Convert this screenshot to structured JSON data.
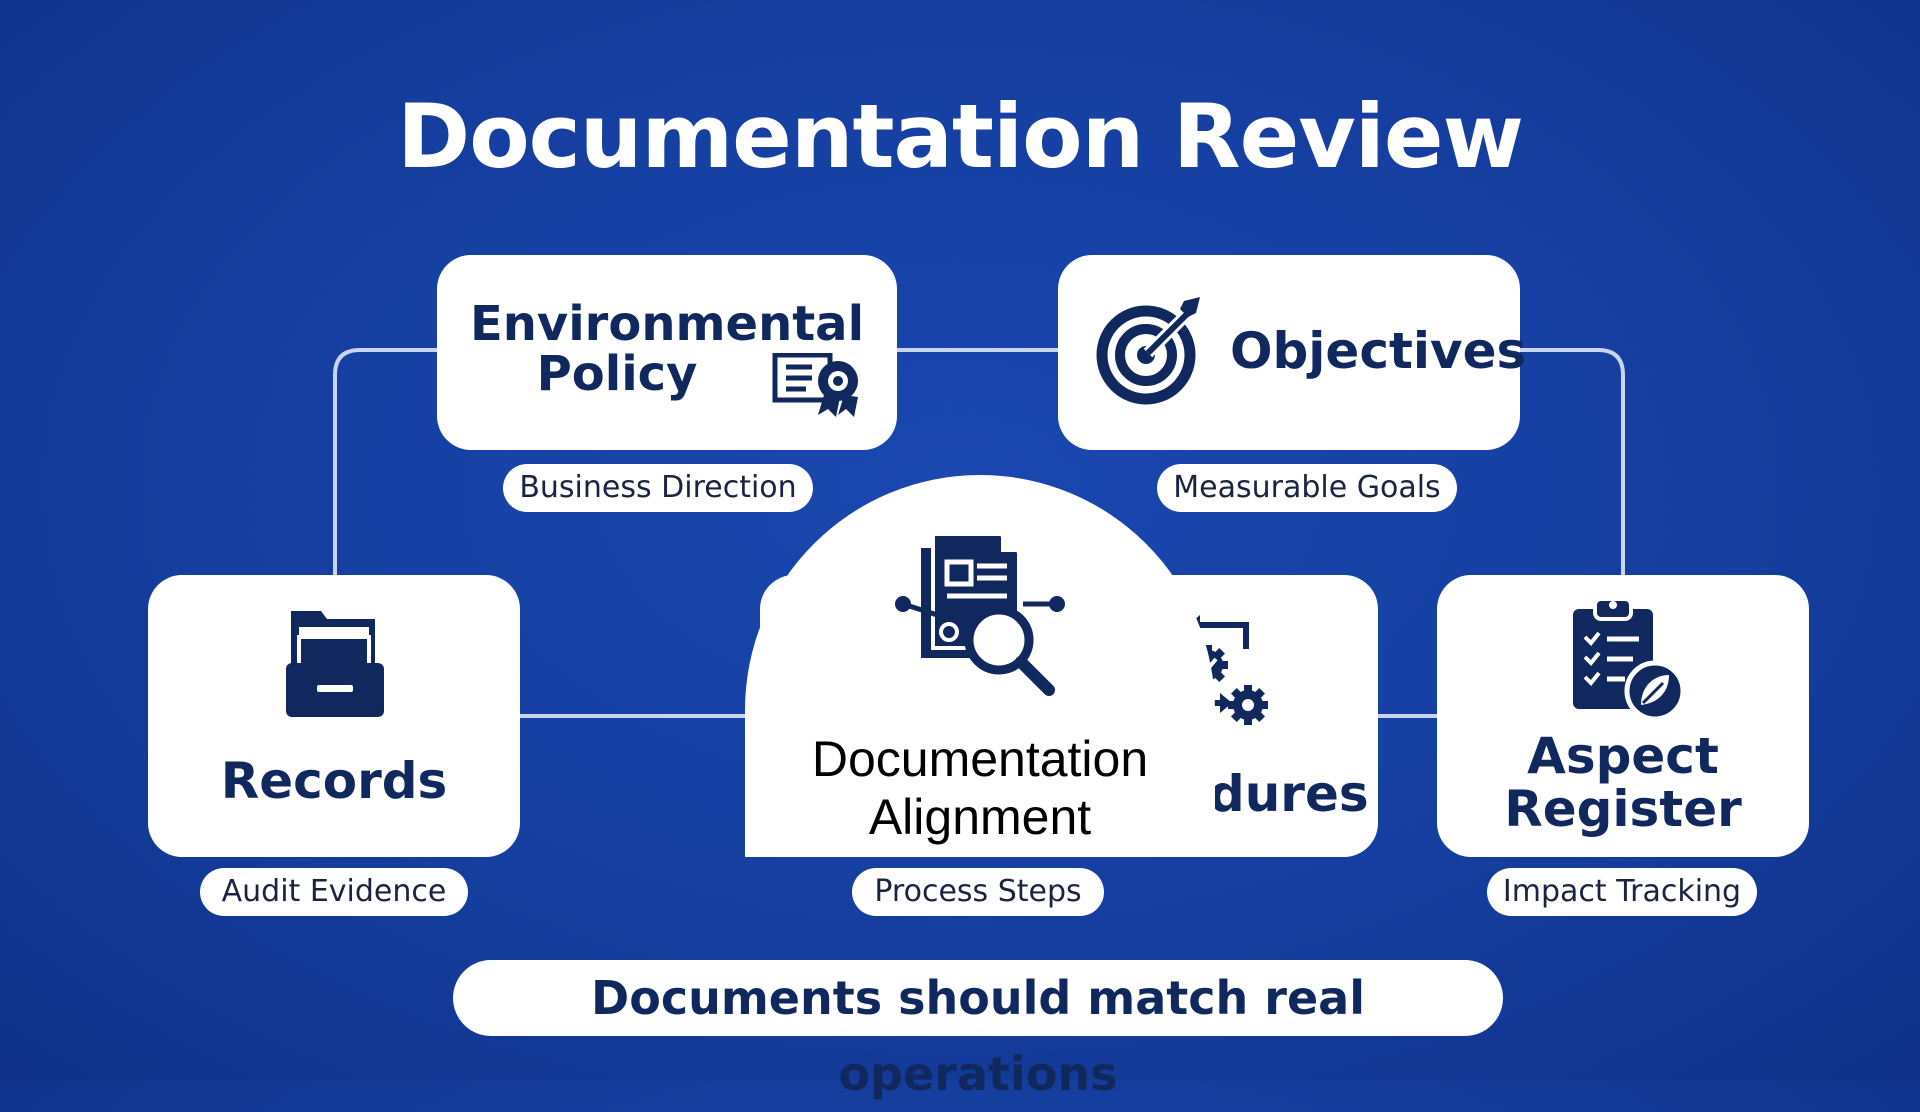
{
  "title": "Documentation Review",
  "colors": {
    "background": "#153e9f",
    "card": "#ffffff",
    "ink": "#10285e",
    "connector": "#c9d4ee"
  },
  "nodes": {
    "policy": {
      "title_line1": "Environmental",
      "title_line2": "Policy",
      "icon": "certificate-award-icon",
      "tag": "Business Direction"
    },
    "objectives": {
      "title": "Objectives",
      "icon": "target-arrow-icon",
      "tag": "Measurable Goals"
    },
    "records": {
      "title": "Records",
      "icon": "file-cabinet-folder-icon",
      "tag": "Audit Evidence"
    },
    "center": {
      "title_line1": "Documentation",
      "title_line2": "Alignment",
      "icon": "document-search-icon",
      "tag": "Process Steps"
    },
    "procedures": {
      "title_fragment": "edures",
      "icon": "gears-process-icon"
    },
    "aspect": {
      "title_line1": "Aspect",
      "title_line2": "Register",
      "icon": "clipboard-checklist-leaf-icon",
      "tag": "Impact Tracking"
    }
  },
  "footer": "Documents should match real operations"
}
